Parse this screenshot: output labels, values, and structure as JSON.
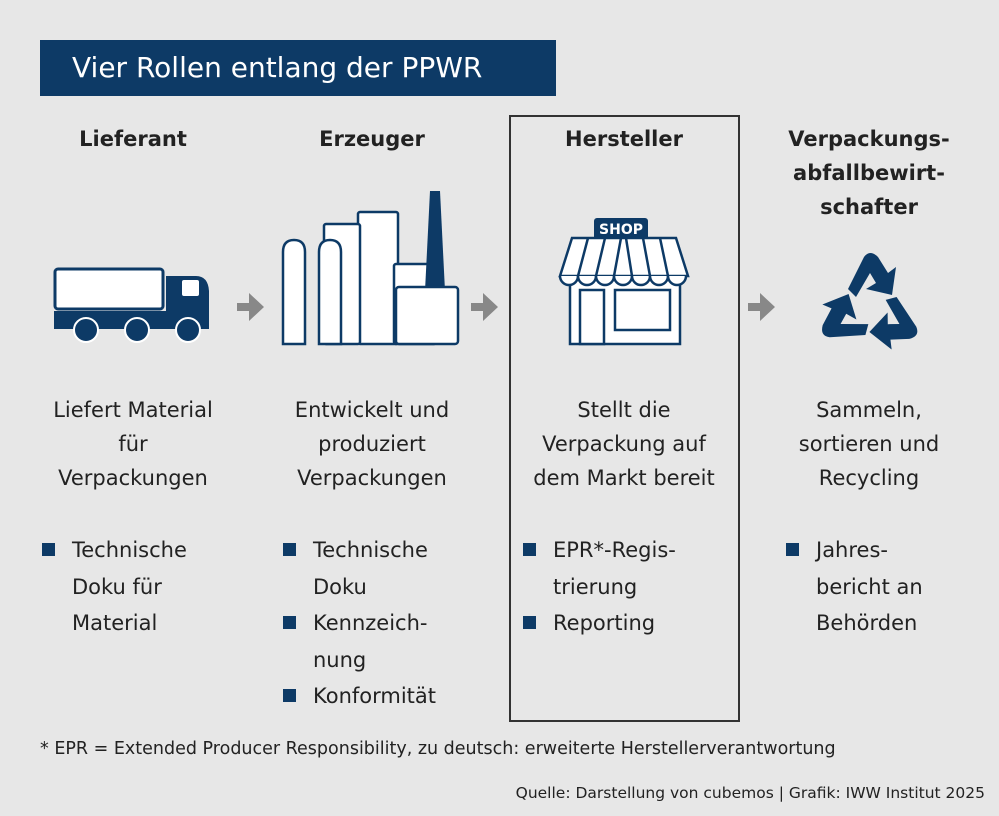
{
  "title": "Vier Rollen entlang der PPWR",
  "colors": {
    "navy": "#0d3a66",
    "arrow": "#888888",
    "background": "#e7e7e7"
  },
  "roles": [
    {
      "heading": "Lieferant",
      "icon": "truck-icon",
      "description": [
        "Liefert Material",
        "für",
        "Verpackungen"
      ],
      "bullets": [
        [
          "Technische",
          "Doku für",
          "Material"
        ]
      ]
    },
    {
      "heading": "Erzeuger",
      "icon": "factory-icon",
      "description": [
        "Entwickelt und",
        "produziert",
        "Verpackungen"
      ],
      "bullets": [
        [
          "Technische",
          "Doku"
        ],
        [
          "Kennzeich-",
          "nung"
        ],
        [
          "Konformität"
        ]
      ]
    },
    {
      "heading": "Hersteller",
      "icon": "shop-icon",
      "shop_sign": "SHOP",
      "description": [
        "Stellt die",
        "Verpackung auf",
        "dem Markt bereit"
      ],
      "bullets": [
        [
          "EPR*-Regis-",
          "trierung"
        ],
        [
          "Reporting"
        ]
      ]
    },
    {
      "heading": [
        "Verpackungs-",
        "abfallbewirt-",
        "schafter"
      ],
      "icon": "recycle-icon",
      "description": [
        "Sammeln,",
        "sortieren und",
        "Recycling"
      ],
      "bullets": [
        [
          "Jahres-",
          "bericht an",
          "Behörden"
        ]
      ]
    }
  ],
  "footnote": "* EPR = Extended Producer Responsibility, zu deutsch: erweiterte Herstellerverantwortung",
  "source": "Quelle: Darstellung von cubemos | Grafik: IWW Institut 2025"
}
